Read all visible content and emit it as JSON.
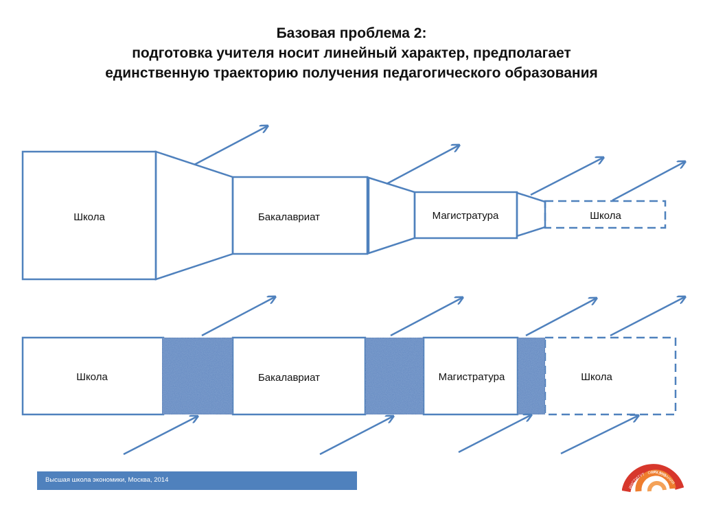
{
  "title": {
    "line1": "Базовая проблема 2:",
    "line2": "подготовка учителя носит линейный характер, предполагает",
    "line3": "единственную траекторию получения педагогического образования"
  },
  "row1": {
    "labels": [
      "Школа",
      "Бакалавриат",
      "Магистратура",
      "Школа"
    ]
  },
  "row2": {
    "labels": [
      "Школа",
      "Бакалавриат",
      "Магистратура",
      "Школа"
    ]
  },
  "footer": {
    "text": "Высшая школа экономики, Москва, 2014"
  },
  "logo": {
    "text1": "ИНСТИТУТ",
    "text2": "ОБРАЗОВАНИЯ",
    "text3": "НИУ ВШЭ"
  },
  "colors": {
    "outline": "#4f81bd",
    "textured": "#5a7fb8",
    "footer": "#4f81bd",
    "logo_red": "#d7372c",
    "logo_orange": "#ee7d2e"
  }
}
